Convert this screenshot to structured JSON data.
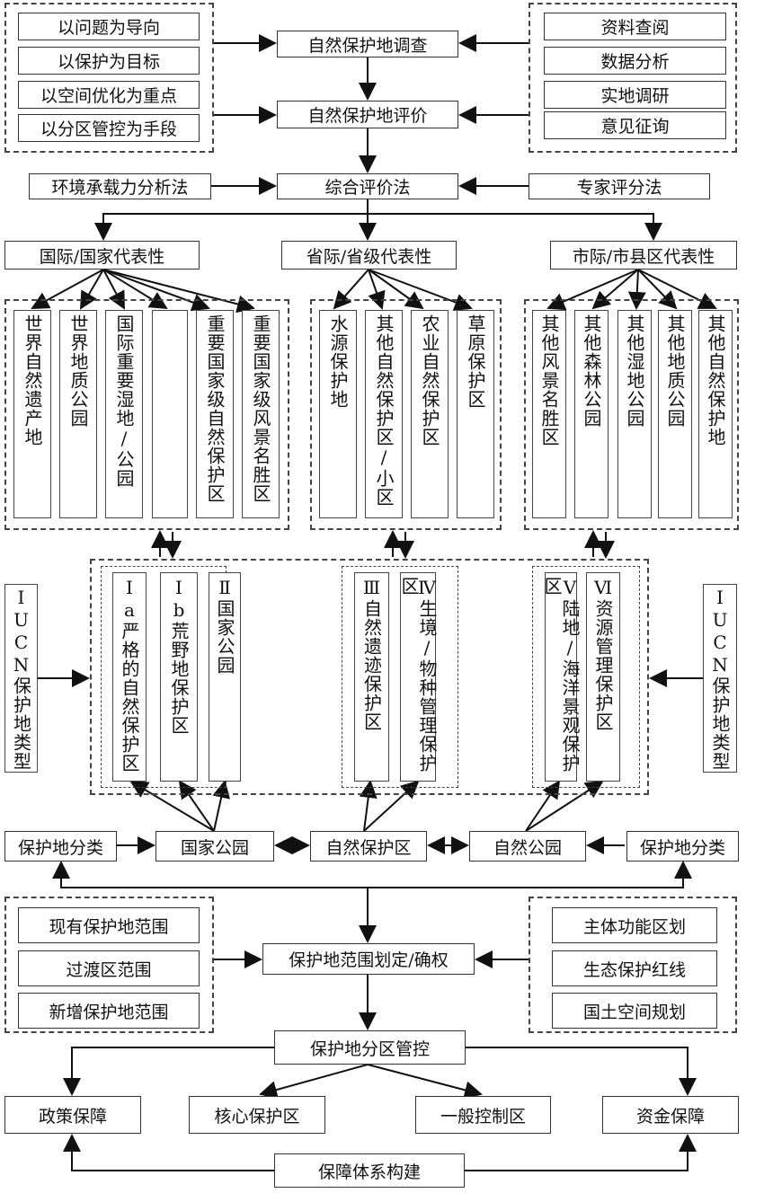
{
  "principles": [
    "以问题为导向",
    "以保护为目标",
    "以空间优化为重点",
    "以分区管控为手段"
  ],
  "methods": [
    "资料查阅",
    "数据分析",
    "实地调研",
    "意见征询"
  ],
  "survey": "自然保护地调查",
  "evaluation": "自然保护地评价",
  "eval_row": {
    "left": "环境承载力分析法",
    "center": "综合评价法",
    "right": "专家评分法"
  },
  "levels": [
    "国际/国家代表性",
    "省际/省级代表性",
    "市际/市县区代表性"
  ],
  "national_items": [
    "世界自然遗产地",
    "世界地质公园",
    "国际重要湿地/公园",
    "",
    "重要国家级自然保护区",
    "重要国家级风景名胜区"
  ],
  "provincial_items": [
    "水源保护地",
    "其他自然保护区/小区",
    "农业自然保护区",
    "草原保护区"
  ],
  "city_items": [
    "其他风景名胜区",
    "其他森林公园",
    "其他湿地公园",
    "其他地质公园",
    "其他自然保护地"
  ],
  "iucn_label": "IUCN保护地类型",
  "iucn_types": [
    "Ⅰa严格的自然保护区",
    "Ⅰb荒野地保护区",
    "Ⅱ国家公园",
    "Ⅲ自然遗迹保护区",
    "Ⅳ生境/物种管理保护区",
    "Ⅴ陆地/海洋景观保护区",
    "Ⅵ资源管理保护区"
  ],
  "classification_row": {
    "left": "保护地分类",
    "national_park": "国家公园",
    "nature_reserve": "自然保护区",
    "nature_park": "自然公园",
    "right": "保护地分类"
  },
  "scope_items": [
    "现有保护地范围",
    "过渡区范围",
    "新增保护地范围"
  ],
  "planning_items": [
    "主体功能区划",
    "生态保护红线",
    "国土空间规划"
  ],
  "delimitation": "保护地范围划定/确权",
  "zoning": "保护地分区管控",
  "bottom_row": [
    "政策保障",
    "核心保护区",
    "一般控制区",
    "资金保障"
  ],
  "guarantee": "保障体系构建"
}
